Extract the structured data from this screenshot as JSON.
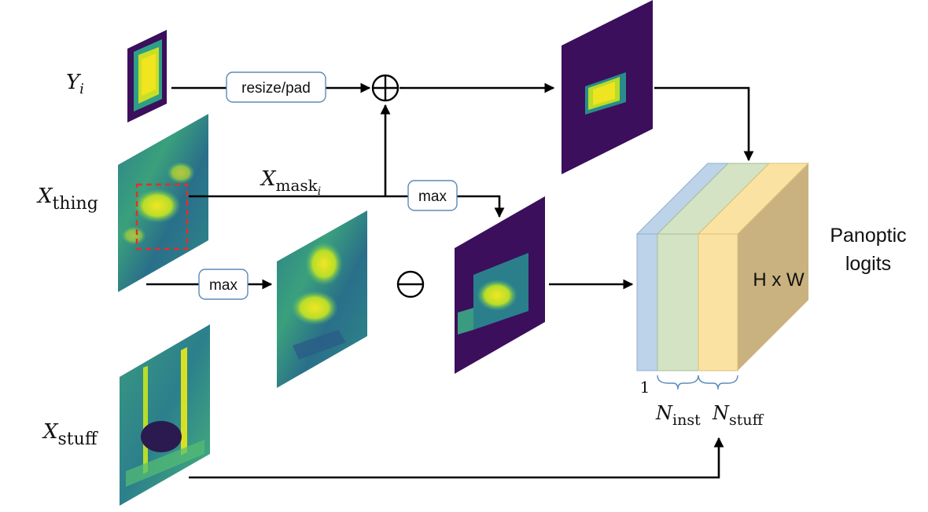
{
  "labels": {
    "y_main": "Y",
    "y_sub": "i",
    "xthing_main": "X",
    "xthing_sub": "thing",
    "xstuff_main": "X",
    "xstuff_sub": "stuff",
    "xmask_main": "X",
    "xmask_sub": "mask",
    "xmask_subsub": "i",
    "panoptic_line1": "Panoptic",
    "panoptic_line2": "logits",
    "dims": "H x W",
    "n_one": "1",
    "ninst_main": "N",
    "ninst_sub": "inst",
    "nstuff_main": "N",
    "nstuff_sub": "stuff"
  },
  "ops": {
    "resize": "resize/pad",
    "max_top": "max",
    "max_bottom": "max"
  },
  "colors": {
    "map_dark": "#3b0f5c",
    "map_teal": "#2c7f8c",
    "map_green": "#47b57a",
    "map_yellow": "#e6e51f",
    "layer_blue": "#bcd3ea",
    "layer_green": "#d4e3c4",
    "layer_yellow": "#fae3a2",
    "block_side": "#c9b27f",
    "dashed_box": "#e0302a"
  }
}
